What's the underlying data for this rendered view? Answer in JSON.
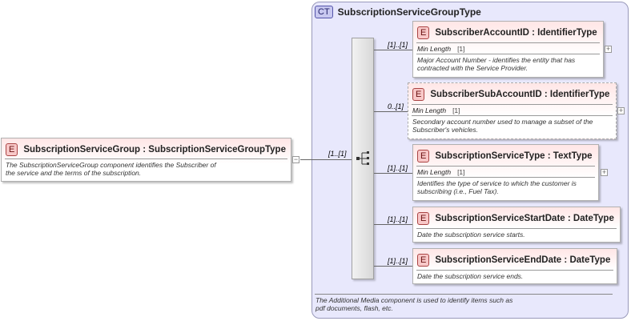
{
  "root": {
    "badge": "E",
    "name": "SubscriptionServiceGroup",
    "type_sep": ":",
    "type": "SubscriptionServiceGroupType",
    "doc_line1": "The SubscriptionServiceGroup component identifies the Subscriber of",
    "doc_line2": "the service and the terms of the subscription.",
    "cardinality": "[1..[1]"
  },
  "complex_type": {
    "badge": "CT",
    "name": "SubscriptionServiceGroupType",
    "footer_line1": "The Additional Media component is used to identify items such as",
    "footer_line2": "pdf documents, flash, etc."
  },
  "elements": [
    {
      "badge": "E",
      "name": "SubscriberAccountID",
      "type": "IdentifierType",
      "cardinality": "[1]..[1]",
      "facet_label": "Min Length",
      "facet_value": "[1]",
      "doc_line1": "Major Account Number - identifies the entity that has",
      "doc_line2": "contracted with the Service Provider."
    },
    {
      "badge": "E",
      "name": "SubscriberSubAccountID",
      "type": "IdentifierType",
      "cardinality": "0..[1]",
      "facet_label": "Min Length",
      "facet_value": "[1]",
      "doc_line1": "Secondary account number used to manage a subset of the",
      "doc_line2": "Subscriber's vehicles."
    },
    {
      "badge": "E",
      "name": "SubscriptionServiceType",
      "type": "TextType",
      "cardinality": "[1]..[1]",
      "facet_label": "Min Length",
      "facet_value": "[1]",
      "doc_line1": "Identifies the type of service to which the customer is",
      "doc_line2": "subscribing (i.e., Fuel Tax)."
    },
    {
      "badge": "E",
      "name": "SubscriptionServiceStartDate",
      "type": "DateType",
      "cardinality": "[1]..[1]",
      "doc_line1": "Date the subscription service starts."
    },
    {
      "badge": "E",
      "name": "SubscriptionServiceEndDate",
      "type": "DateType",
      "cardinality": "[1]..[1]",
      "doc_line1": "Date the subscription service ends."
    }
  ],
  "icons": {
    "expand": "+",
    "collapse": "−"
  }
}
